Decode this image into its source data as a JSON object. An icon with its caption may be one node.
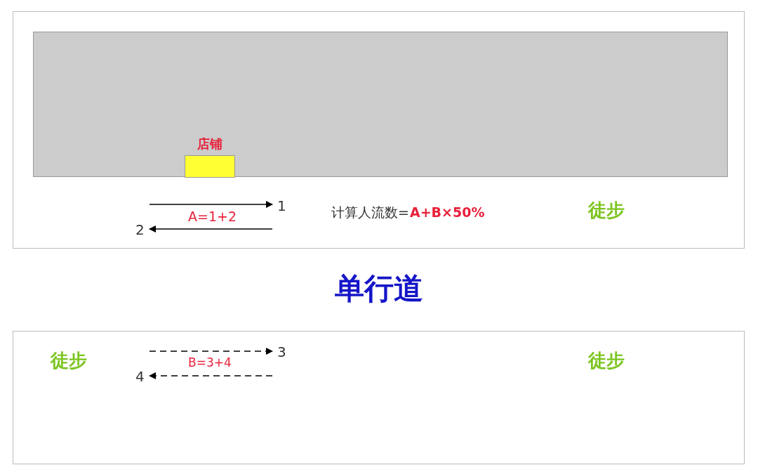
{
  "diagram": {
    "title": "单行道",
    "nodes": [
      {
        "text": [],
        "shape": "box"
      },
      {
        "text": [],
        "shape": "box",
        "in": 0
      },
      {
        "text": [
          "店铺"
        ],
        "in": 1
      },
      {
        "text": [],
        "shape": "box"
      }
    ],
    "edges": [],
    "labels": [
      "1",
      "计算人流数=",
      "A+B×50%",
      "徒步",
      "A=1+2",
      "2",
      "徒步",
      "3",
      "徒步",
      "B=3+4",
      "4"
    ]
  }
}
